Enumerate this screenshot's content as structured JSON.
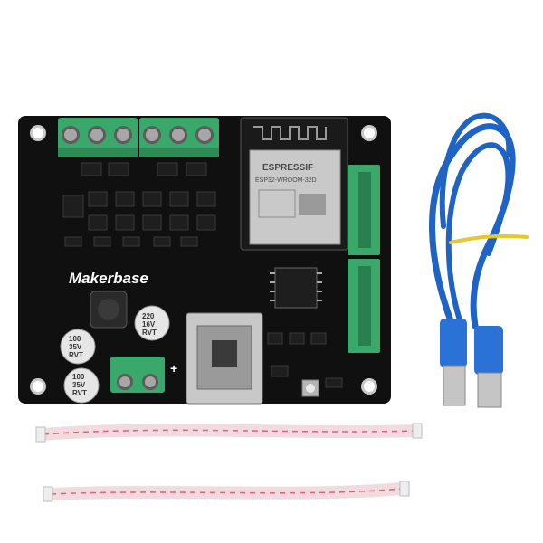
{
  "board": {
    "brand": "Makerbase",
    "module": {
      "vendor": "ESPRESSIF",
      "model": "ESP32-WROOM-32D"
    },
    "capacitors": [
      {
        "value": "220",
        "voltage": "16V",
        "series": "RVT"
      },
      {
        "value": "100",
        "voltage": "35V",
        "series": "RVT"
      },
      {
        "value": "100",
        "voltage": "35V",
        "series": "RVT"
      }
    ],
    "polarity_mark": "+"
  },
  "colors": {
    "pcb": "#101010",
    "terminal_green": "#3aa86b",
    "usb_cable_blue": "#1f63c4",
    "ribbon_red": "#e0607a"
  }
}
